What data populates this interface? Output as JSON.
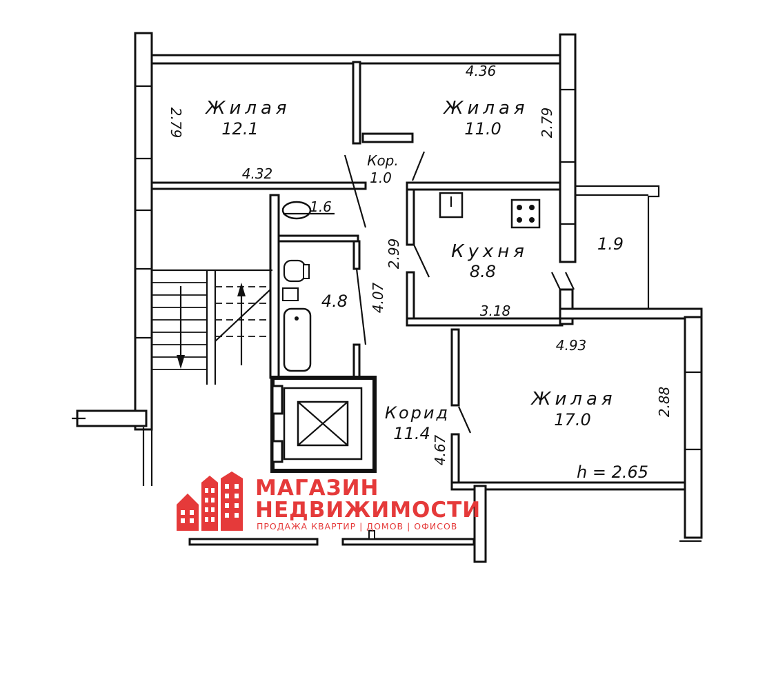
{
  "rooms": [
    {
      "name": "Жилая",
      "area": "12.1"
    },
    {
      "name": "Жилая",
      "area": "11.0"
    },
    {
      "name": "Кор.",
      "area": "1.0"
    },
    {
      "name": "Кухня",
      "area": "8.8"
    },
    {
      "name": "",
      "area": "1.9"
    },
    {
      "name": "",
      "area": "1.6"
    },
    {
      "name": "",
      "area": "4.8"
    },
    {
      "name": "Жилая",
      "area": "17.0"
    },
    {
      "name": "Корид",
      "area": "11.4"
    }
  ],
  "dimensions": [
    "2.79",
    "4.36",
    "2.79",
    "4.32",
    "2.99",
    "4.07",
    "3.18",
    "4.93",
    "2.88",
    "4.67"
  ],
  "ceiling_height": "h = 2.65",
  "logo": {
    "line1": "МАГАЗИН",
    "line2": "НЕДВИЖИМОСТИ",
    "tagline": "ПРОДАЖА КВАРТИР | ДОМОВ | ОФИСОВ",
    "color": "#e53a3a"
  }
}
